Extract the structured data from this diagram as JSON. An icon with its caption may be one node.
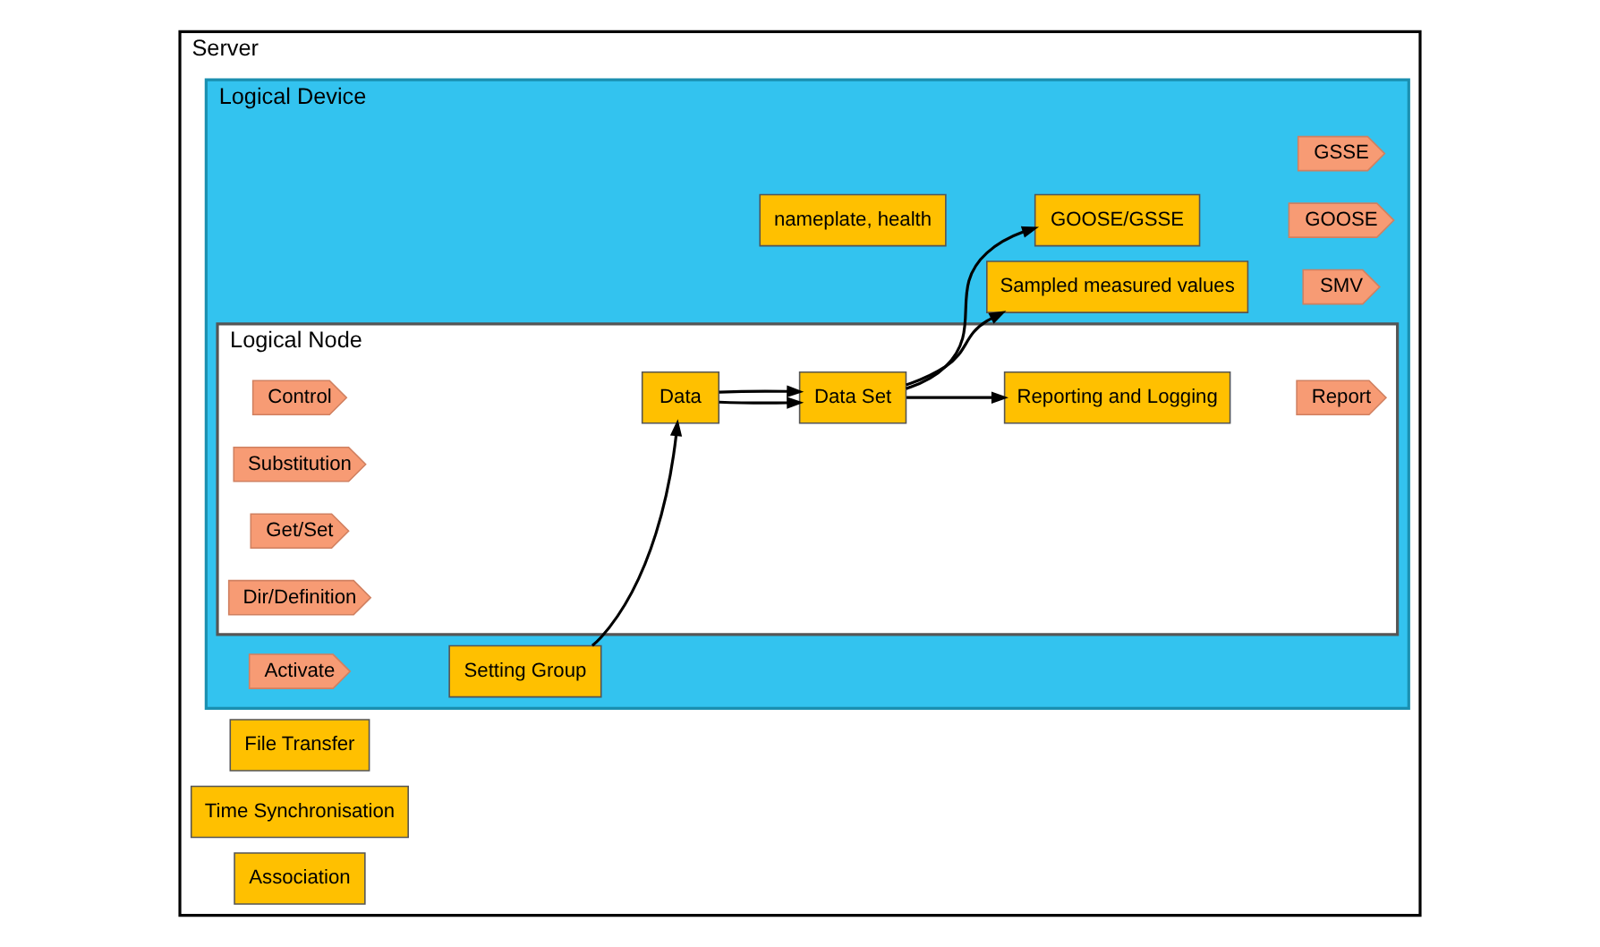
{
  "diagram": {
    "nodes": [
      {
        "text": [
          "Server"
        ]
      },
      {
        "text": [
          "Logical Device"
        ],
        "in": 0
      },
      {
        "text": [
          "nameplate, health"
        ],
        "in": 1
      },
      {
        "text": [
          "Logical Node"
        ],
        "in": 1
      },
      {
        "text": [
          "Control"
        ],
        "in": 3
      },
      {
        "text": [
          "Substitution"
        ],
        "in": 3
      },
      {
        "text": [
          "Get/Set"
        ],
        "in": 3
      },
      {
        "text": [
          "Dir/Definition"
        ],
        "in": 3
      },
      {
        "text": [
          "Data"
        ],
        "in": 3
      },
      {
        "text": [
          "Data Set"
        ],
        "in": 3
      },
      {
        "text": [
          "Reporting and Logging"
        ],
        "in": 3
      },
      {
        "text": [
          "Report"
        ],
        "in": 3
      },
      {
        "text": [
          "GOOSE/GSSE"
        ],
        "in": 1
      },
      {
        "text": [
          "GOOSE"
        ],
        "in": 1
      },
      {
        "text": [
          "GSSE"
        ],
        "in": 1
      },
      {
        "text": [
          "Sampled measured values"
        ],
        "in": 1
      },
      {
        "text": [
          "SMV"
        ],
        "in": 1
      },
      {
        "text": [
          "Activate"
        ],
        "in": 1
      },
      {
        "text": [
          "Setting Group"
        ],
        "in": 1
      },
      {
        "text": [
          "Association"
        ],
        "in": 0
      },
      {
        "text": [
          "Time Synchronisation"
        ],
        "in": 0
      },
      {
        "text": [
          "File Transfer"
        ],
        "in": 0
      }
    ],
    "edges": [
      {
        "from": 8,
        "to": 9,
        "arrow": "to"
      },
      {
        "from": 8,
        "to": 9,
        "arrow": "to"
      },
      {
        "from": 9,
        "to": 10,
        "arrow": "to"
      },
      {
        "from": 9,
        "to": 12,
        "arrow": "to"
      },
      {
        "from": 9,
        "to": 15,
        "arrow": "to"
      },
      {
        "from": 18,
        "to": 8,
        "arrow": "to"
      }
    ]
  }
}
